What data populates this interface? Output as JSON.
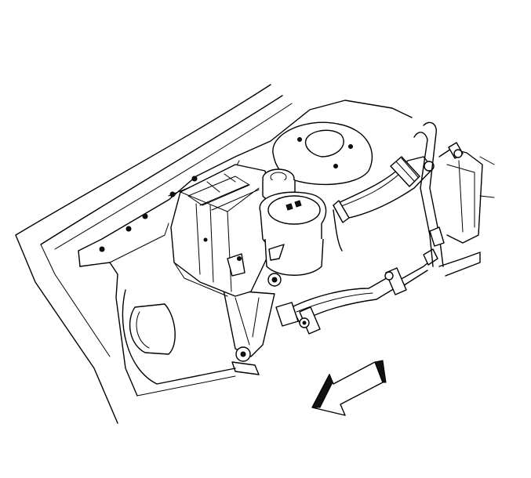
{
  "diagram": {
    "colors": {
      "ink": "#000000",
      "paper": "#ffffff"
    },
    "parts": [
      "hood-edge",
      "front-fender-panel",
      "strut-tower",
      "coolant-reservoir",
      "pressure-cap",
      "reservoir-bracket",
      "upper-heater-hose",
      "lower-heater-hose",
      "hose-clamp",
      "engine-block",
      "direction-arrow"
    ]
  }
}
